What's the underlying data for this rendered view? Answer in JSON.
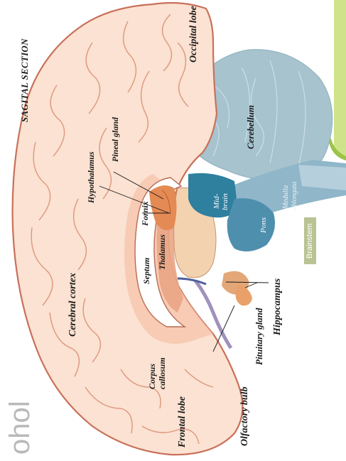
{
  "diagram": {
    "section_title": "SAGITAL SECTION",
    "side_text": "ohol",
    "labels": {
      "occipital_lobe": "Occipital lobe",
      "cerebellum": "Cerebellum",
      "pineal_gland": "Pineal gland",
      "hypothalamus": "Hypothalamus",
      "fornix": "Fornix",
      "thalamus": "Thalamus",
      "septum": "Septum",
      "cerebral_cortex": "Cerebral cortex",
      "corpus_callosum_1": "Corpus",
      "corpus_callosum_2": "callosum",
      "frontal_lobe": "Frontal lobe",
      "olfactory_bulb": "Olfactory bulb",
      "pituitary_gland": "Pituitary gland",
      "hippocampus": "Hippocampus",
      "midbrain_1": "Mid-",
      "midbrain_2": "brain",
      "pons": "Pons",
      "medulla_1": "Medulla",
      "medulla_2": "oblongata",
      "brainstem": "Brainstem"
    },
    "colors": {
      "cortex_outline": "#c9705a",
      "cortex_fill": "#fbe2d2",
      "cortex_inner": "#f6c6ad",
      "cerebellum": "#a6c3ce",
      "midbrain": "#2f7f9f",
      "pons": "#4f8fae",
      "medulla": "#8fb6c9",
      "brainstem_box": "#b9c393",
      "green_bar": "#cfe48a",
      "thalamus": "#f3d2b0",
      "hypothalamus": "#e48a54",
      "pituitary": "#e9a06a"
    }
  }
}
